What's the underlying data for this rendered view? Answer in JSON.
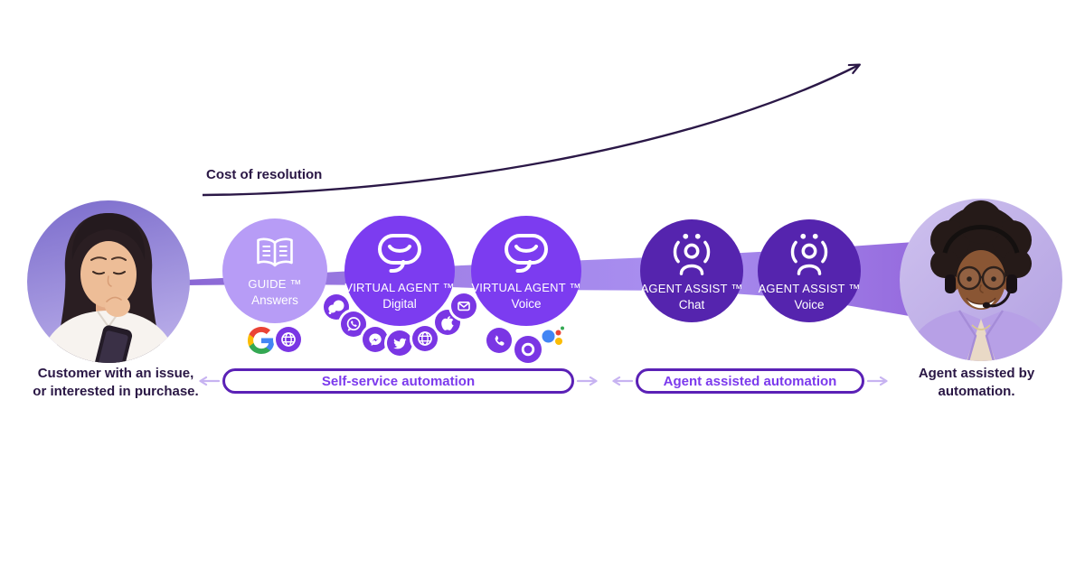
{
  "cost_label": "Cost of resolution",
  "left_caption": {
    "line1": "Customer with an issue,",
    "line2": "or interested in purchase."
  },
  "right_caption": {
    "line1": "Agent assisted by",
    "line2": "automation."
  },
  "nodes": [
    {
      "line1": "GUIDE ™",
      "line2": "Answers",
      "color": "#b79cf6",
      "icon": "open-book"
    },
    {
      "line1": "VIRTUAL AGENT ™",
      "line2": "Digital",
      "color": "#7c3cf0",
      "icon": "smiling-chat-bubble"
    },
    {
      "line1": "VIRTUAL AGENT ™",
      "line2": "Voice",
      "color": "#7c3cf0",
      "icon": "smiling-chat-bubble"
    },
    {
      "line1": "AGENT ASSIST ™",
      "line2": "Chat",
      "color": "#5524ae",
      "icon": "assisted-person"
    },
    {
      "line1": "AGENT ASSIST ™",
      "line2": "Voice",
      "color": "#5524ae",
      "icon": "assisted-person"
    }
  ],
  "phases": [
    {
      "label": "Self-service automation"
    },
    {
      "label": "Agent assisted automation"
    }
  ],
  "channels": {
    "guide": [
      "google-search",
      "web"
    ],
    "digital": [
      "chat-bubbles",
      "whatsapp",
      "messenger",
      "twitter",
      "web",
      "apple-business-chat",
      "email"
    ],
    "voice": [
      "phone",
      "alexa",
      "google-assistant"
    ]
  },
  "colors": {
    "dark_text": "#2a1745",
    "curve": "#2b1847",
    "pill_border": "#5b21b6",
    "pill_text": "#7c3aed",
    "arrow_lavender": "#c7b3f1",
    "chip_purple": "#7a36e4",
    "ribbon_left": "#8a67d4",
    "ribbon_right": "#9468dc"
  }
}
